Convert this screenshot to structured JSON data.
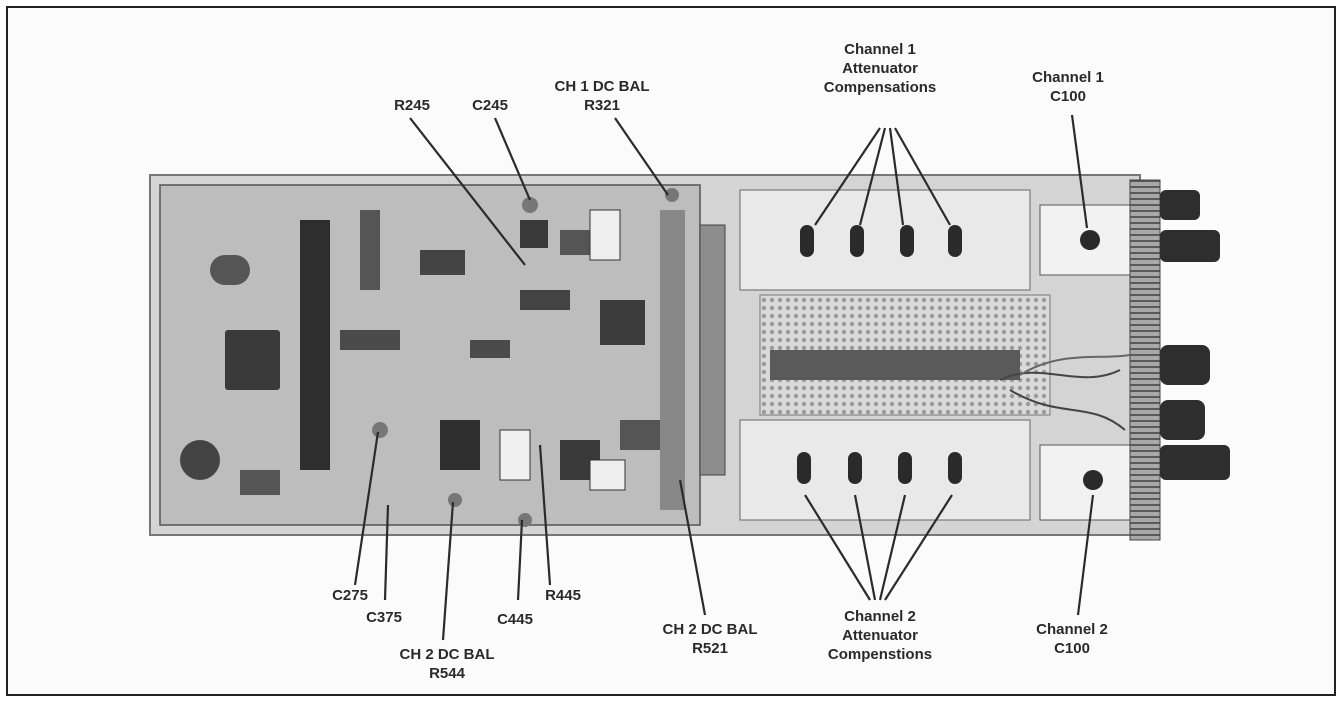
{
  "callouts": {
    "r245": "R245",
    "c245": "C245",
    "ch1_dc_bal": [
      "CH 1 DC BAL",
      "R321"
    ],
    "ch1_atten": [
      "Channel 1",
      "Attenuator",
      "Compensations"
    ],
    "ch1_c100": [
      "Channel 1",
      "C100"
    ],
    "c275": "C275",
    "c375": "C375",
    "ch2_dc_bal_r544": [
      "CH 2 DC BAL",
      "R544"
    ],
    "c445": "C445",
    "r445": "R445",
    "ch2_dc_bal_r521": [
      "CH 2 DC BAL",
      "R521"
    ],
    "ch2_atten": [
      "Channel 2",
      "Attenuator",
      "Compenstions"
    ],
    "ch2_c100": [
      "Channel 2",
      "C100"
    ]
  },
  "colors": {
    "board": "#c9c9c9",
    "dark": "#2b2b2b",
    "panel": "#e6e6e6",
    "label": "#2a2a2a"
  }
}
